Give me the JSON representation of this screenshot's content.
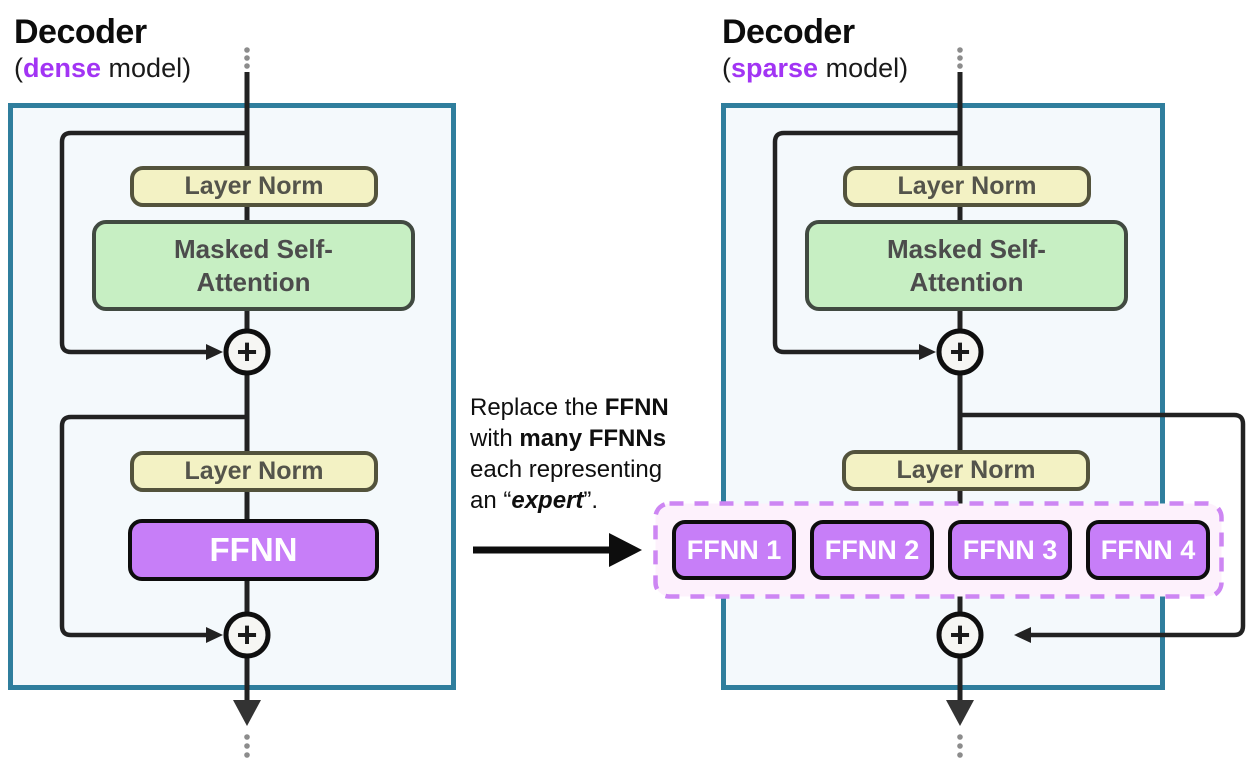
{
  "left_panel": {
    "title": "Decoder",
    "subtitle": {
      "open": "(",
      "highlight": "dense",
      "rest": " model)"
    },
    "layer_norm_top": "Layer Norm",
    "attention": "Masked Self-Attention",
    "layer_norm_bottom": "Layer Norm",
    "ffnn": "FFNN",
    "plus_top": "+",
    "plus_bottom": "+"
  },
  "right_panel": {
    "title": "Decoder",
    "subtitle": {
      "open": "(",
      "highlight": "sparse",
      "rest": " model)"
    },
    "layer_norm_top": "Layer Norm",
    "attention": "Masked Self-Attention",
    "layer_norm_bottom": "Layer Norm",
    "experts": [
      "FFNN 1",
      "FFNN 2",
      "FFNN 3",
      "FFNN 4"
    ],
    "plus_top": "+",
    "plus_bottom": "+"
  },
  "annotation": {
    "line1": {
      "normal": "Replace the ",
      "bold": "FFNN"
    },
    "line2": {
      "normal": "with ",
      "bold": "many FFNNs"
    },
    "line3": "each representing",
    "line4": {
      "prefix": "an “",
      "emphasis": "expert",
      "suffix": "”."
    }
  },
  "icons": {
    "plus_symbol": "+",
    "down_arrow": "filled triangle arrowhead",
    "right_arrow": "thick right arrow",
    "ellipsis_dots": "vertical three dots"
  },
  "colors": {
    "panel_border": "#2f7e9d",
    "panel_bg": "#f4f9fc",
    "layer_norm_bg": "#f3f2c4",
    "layer_norm_border": "#53533c",
    "attention_bg": "#c7efc3",
    "attention_border": "#414a41",
    "ffnn_bg": "#c77ef8",
    "ffnn_border": "#0d0d0d",
    "expert_container_bg": "#fdf1fc",
    "expert_container_border": "#cd86f3",
    "highlight_purple": "#a234f4",
    "line": "#222222",
    "dots": "#8c8c8c"
  }
}
